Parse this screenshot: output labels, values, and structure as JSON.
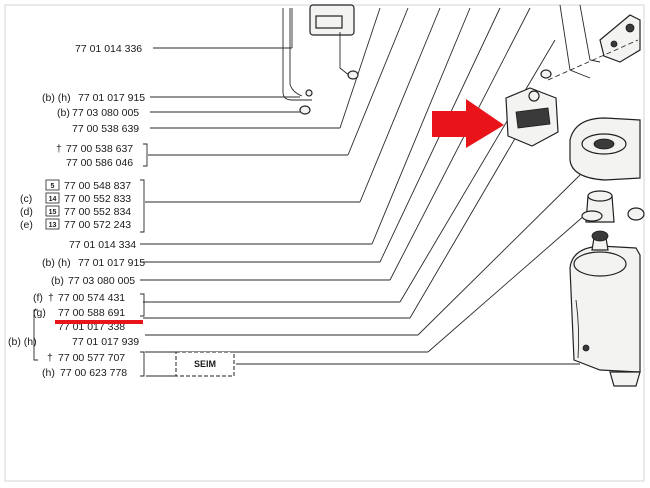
{
  "labels": {
    "l1": "77 01 014 336",
    "l2_pre": "(b) (h)",
    "l2": "77 01 017 915",
    "l3_pre": "(b)",
    "l3": "77 03 080 005",
    "l4": "77 00 538 639",
    "l5_mark": "†",
    "l5": "77 00 538 637",
    "l6": "77 00 586 046",
    "l7_box": "5",
    "l7": "77 00 548 837",
    "l8_pre": "(c)",
    "l8_box": "14",
    "l8": "77 00 552 833",
    "l9_pre": "(d)",
    "l9_box": "15",
    "l9": "77 00 552 834",
    "l10_pre": "(e)",
    "l10_box": "13",
    "l10": "77 00 572 243",
    "l11": "77 01 014 334",
    "l12_pre": "(b) (h)",
    "l12": "77 01 017 915",
    "l13_pre": "(b)",
    "l13": "77 03 080 005",
    "l14_pre": "(f)",
    "l14_mark": "†",
    "l14": "77 00 574 431",
    "l15_pre": "(g)",
    "l15": "77 00 588 691",
    "l16": "77 01 017 338",
    "l17_side": "(b) (h)",
    "l17": "77 01 017 939",
    "l18_mark": "†",
    "l18": "77 00 577 707",
    "l19_pre": "(h)",
    "l19": "77 00 623 778",
    "seim": "SEIM"
  },
  "colors": {
    "accent": "#e8141a",
    "ink": "#1b1b1b",
    "paper": "#ffffff"
  },
  "icons": {
    "arrow": "red-arrow-icon"
  }
}
